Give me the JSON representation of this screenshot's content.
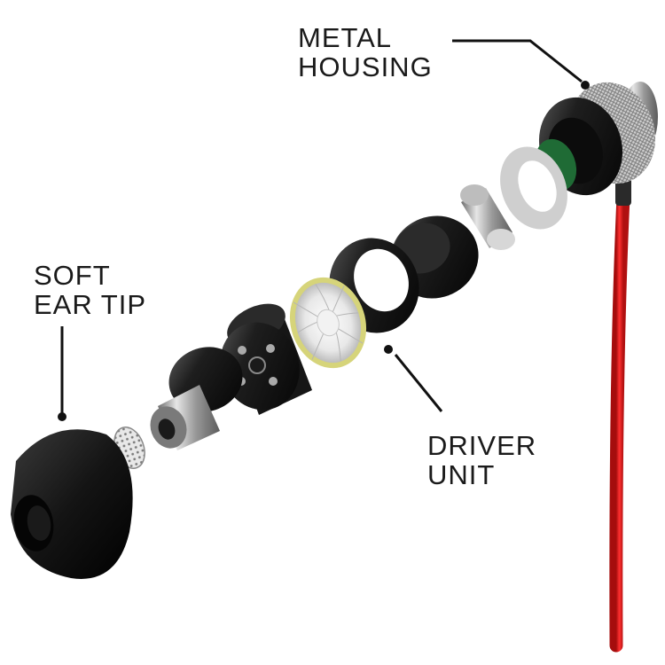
{
  "labels": {
    "metal_housing": [
      "METAL",
      "HOUSING"
    ],
    "soft_ear_tip": [
      "SOFT",
      "EAR TIP"
    ],
    "driver_unit": [
      "DRIVER",
      "UNIT"
    ]
  },
  "colors": {
    "cable": "#e01818",
    "rubber": "#111111",
    "metal": "#a8a8a8",
    "diaphragm_rim": "#d6d47a",
    "green_board": "#1f6b35",
    "leader_line": "#111111"
  },
  "icons": {
    "ear_tip": "ear-tip-icon",
    "mesh": "mesh-filter-icon",
    "nozzle": "nozzle-icon",
    "driver": "driver-diaphragm-icon",
    "housing": "metal-housing-icon"
  }
}
